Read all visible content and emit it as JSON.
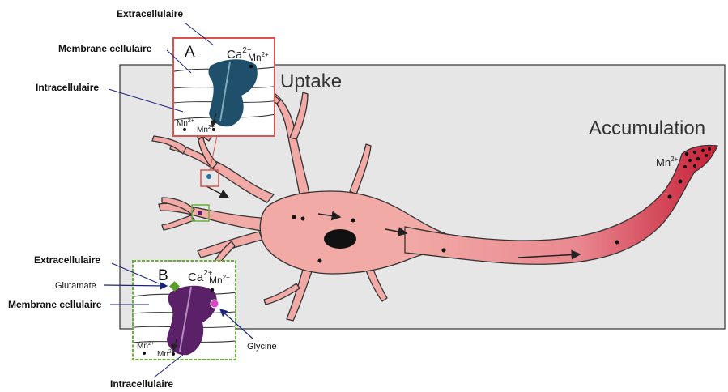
{
  "labels": {
    "uptake": "Uptake",
    "accumulation": "Accumulation",
    "mn_main": "Mn",
    "mn_sup": "2+"
  },
  "inset_a": {
    "letter": "A",
    "extracellular": "Extracellulaire",
    "membrane": "Membrane cellulaire",
    "intracellular": "Intracellulaire",
    "ca": "Ca",
    "ca_sup": "2+",
    "mn": "Mn",
    "mn_sup": "2+",
    "border_color": "#d9534f",
    "channel_color": "#1f4f6b"
  },
  "inset_b": {
    "letter": "B",
    "extracellular": "Extracellulaire",
    "glutamate": "Glutamate",
    "membrane": "Membrane cellulaire",
    "glycine": "Glycine",
    "intracellular": "Intracellulaire",
    "ca": "Ca",
    "ca_sup": "2+",
    "mn": "Mn",
    "mn_sup": "2+",
    "border_color": "#6aae3a",
    "channel_color": "#5b2168",
    "glutamate_color": "#5a9e2a",
    "glycine_color": "#e040c8"
  },
  "colors": {
    "panel": "#e6e6e6",
    "neuron": "#f2aaa6",
    "axon_end": "#c8283a",
    "arrow": "#1a237e"
  }
}
